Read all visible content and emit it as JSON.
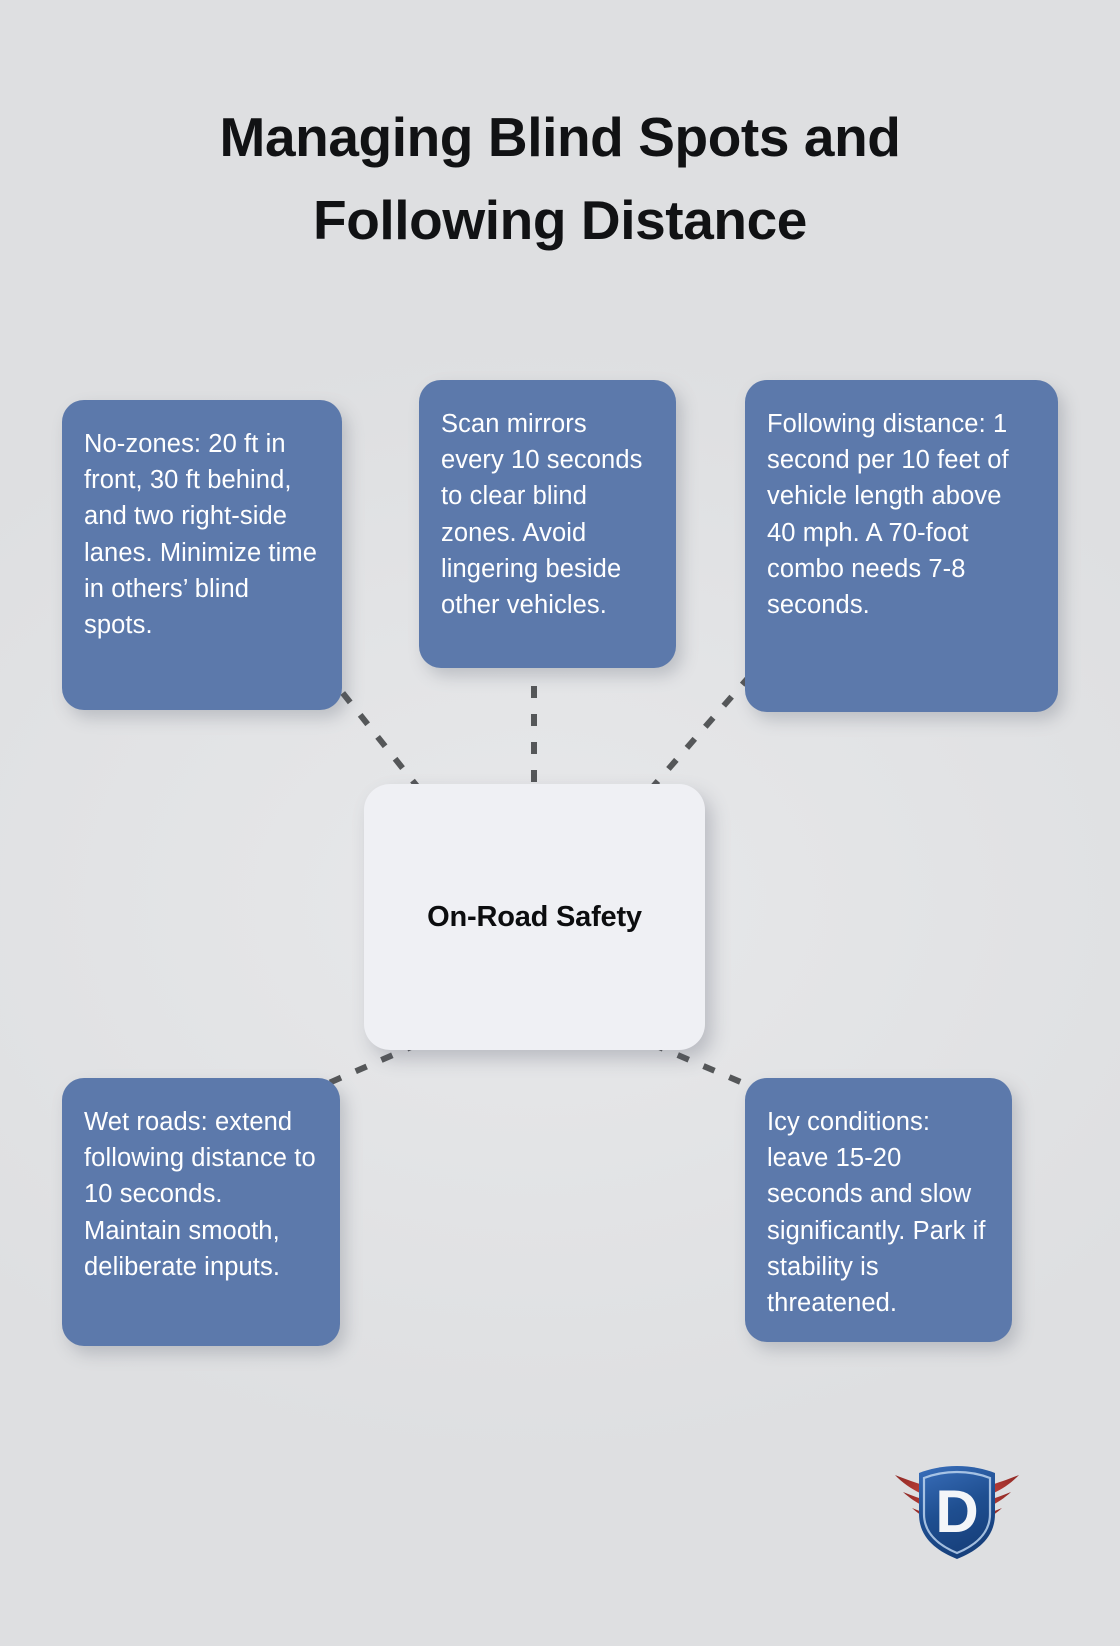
{
  "page": {
    "background_color": "#e2e3e5",
    "title_line_1": "Managing Blind Spots and",
    "title_line_2": "Following Distance"
  },
  "theme": {
    "node_fill": "#5c79ab",
    "node_text": "#ffffff",
    "center_fill": "#eff0f4",
    "center_text": "#0c0d0f",
    "connector_color": "#555759",
    "title_color": "#111214",
    "logo_shield_blue": "#1f4f91",
    "logo_wing_red": "#b03531"
  },
  "diagram": {
    "type": "mind-map",
    "center": {
      "label": "On-Road Safety"
    },
    "nodes": [
      {
        "id": "no-zones",
        "position": "top-left",
        "text": "No-zones: 20 ft in front, 30 ft behind, and two right-side lanes. Minimize time in others’ blind spots."
      },
      {
        "id": "scan-mirrors",
        "position": "top-center",
        "text": "Scan mirrors every 10 seconds to clear blind zones. Avoid lingering beside other vehicles."
      },
      {
        "id": "following-distance",
        "position": "top-right",
        "text": "Following distance: 1 second per 10 feet of vehicle length above 40 mph. A 70-foot combo needs 7-8 seconds."
      },
      {
        "id": "wet-roads",
        "position": "bottom-left",
        "text": "Wet roads: extend following distance to 10 seconds. Maintain smooth, deliberate inputs."
      },
      {
        "id": "icy-conditions",
        "position": "bottom-right",
        "text": "Icy conditions: leave 15-20 seconds and slow significantly. Park if stability is threatened."
      }
    ],
    "connectors": [
      {
        "from": "center",
        "to": "no-zones",
        "style": "dashed"
      },
      {
        "from": "center",
        "to": "scan-mirrors",
        "style": "dashed"
      },
      {
        "from": "center",
        "to": "following-distance",
        "style": "dashed"
      },
      {
        "from": "center",
        "to": "wet-roads",
        "style": "dashed"
      },
      {
        "from": "center",
        "to": "icy-conditions",
        "style": "dashed"
      }
    ]
  },
  "logo": {
    "letter": "D",
    "description": "winged-shield-logo"
  }
}
